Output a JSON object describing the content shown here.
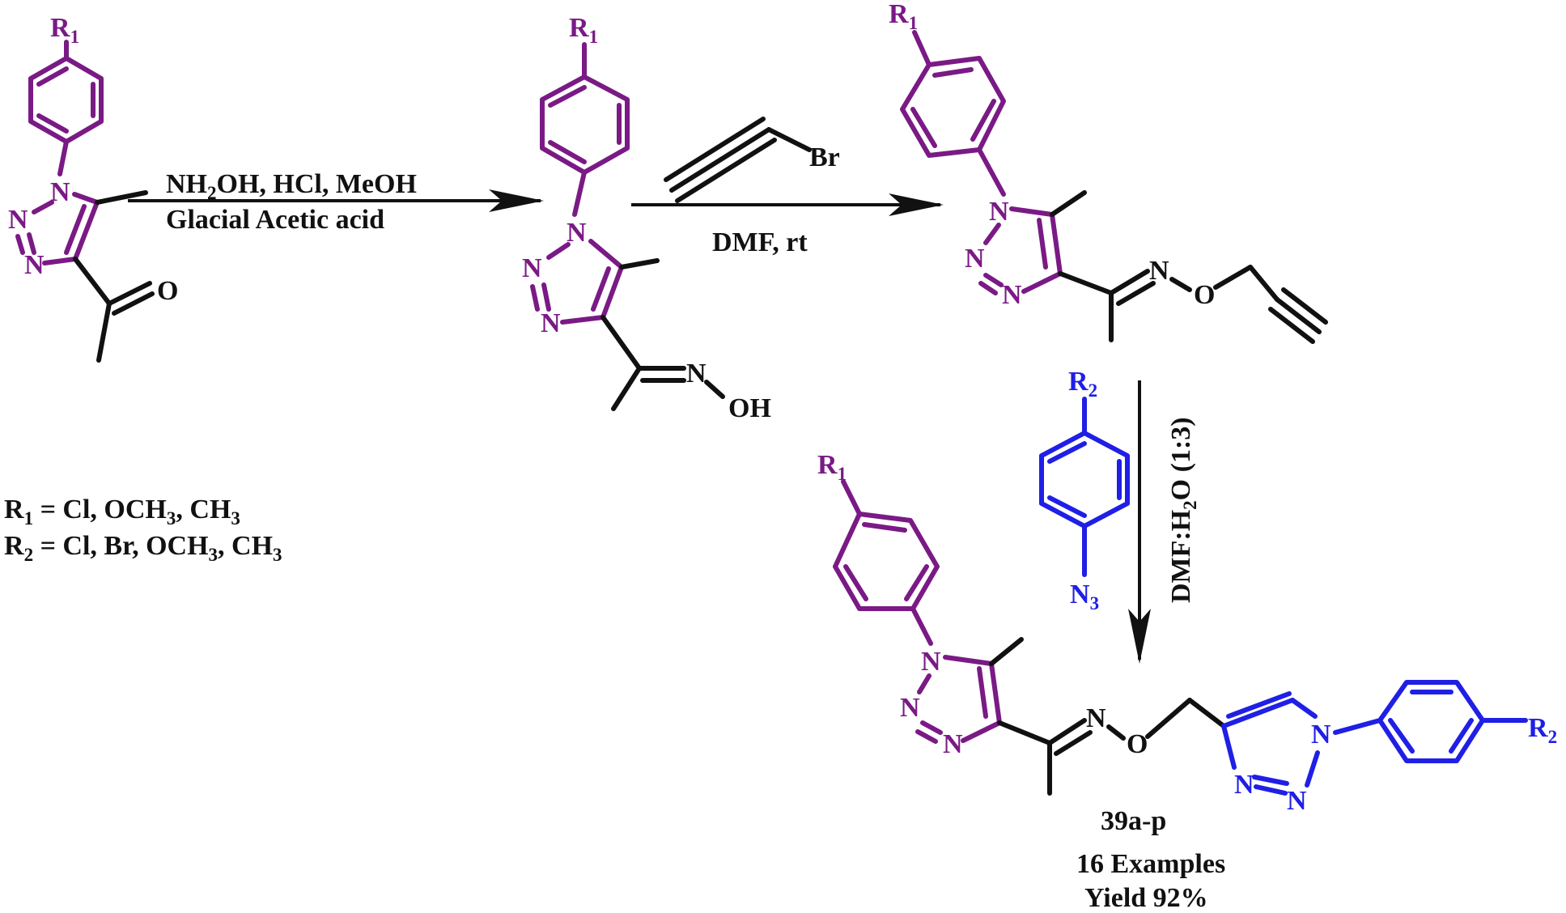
{
  "colors": {
    "r1_fragment": "#7a1a85",
    "r2_fragment": "#1f1fe6",
    "bonds": "#111111"
  },
  "atoms": {
    "R": "R",
    "sub1": "1",
    "sub2": "2",
    "sub3": "3",
    "N": "N",
    "O": "O",
    "OH": "OH",
    "Br": "Br"
  },
  "step1": {
    "reagent_line1_a": "NH",
    "reagent_line1_sub": "2",
    "reagent_line1_b": "OH, HCl, MeOH",
    "reagent_line2": "Glacial Acetic acid"
  },
  "step2": {
    "condition": "DMF, rt"
  },
  "step3": {
    "solvent_a": "DMF:H",
    "solvent_sub": "2",
    "solvent_b": "O (1:3)"
  },
  "substituents": {
    "r1_lhs": "R",
    "r1_sub": "1",
    "r1_rhs": " = Cl, OCH",
    "r1_sub2": "3",
    "r1_tail": ", CH",
    "r1_sub3": "3",
    "r2_lhs": "R",
    "r2_sub": "2",
    "r2_rhs": " = Cl, Br, OCH",
    "r2_sub2": "3",
    "r2_tail": ", CH",
    "r2_sub3": "3"
  },
  "product": {
    "code": "39a-p",
    "examples": "16 Examples",
    "yield": "Yield  92%"
  }
}
